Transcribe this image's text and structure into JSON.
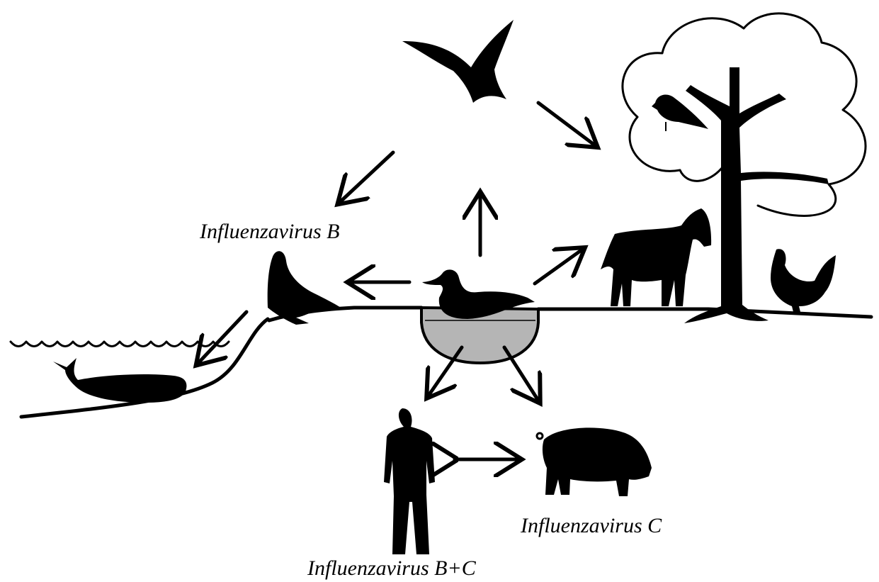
{
  "labels": {
    "sea_lion_label": "Influenzavirus B",
    "pig_label": "Influenzavirus C",
    "human_label": "Influenzavirus B+C"
  },
  "icons": [
    "bird-icon",
    "tree-icon",
    "songbird-icon",
    "horse-icon",
    "rooster-icon",
    "duck-icon",
    "sea-lion-icon",
    "whale-icon",
    "human-icon",
    "pig-icon"
  ],
  "colors": {
    "ink": "#000000",
    "pond_water": "#b5b5b5",
    "background": "#ffffff"
  }
}
